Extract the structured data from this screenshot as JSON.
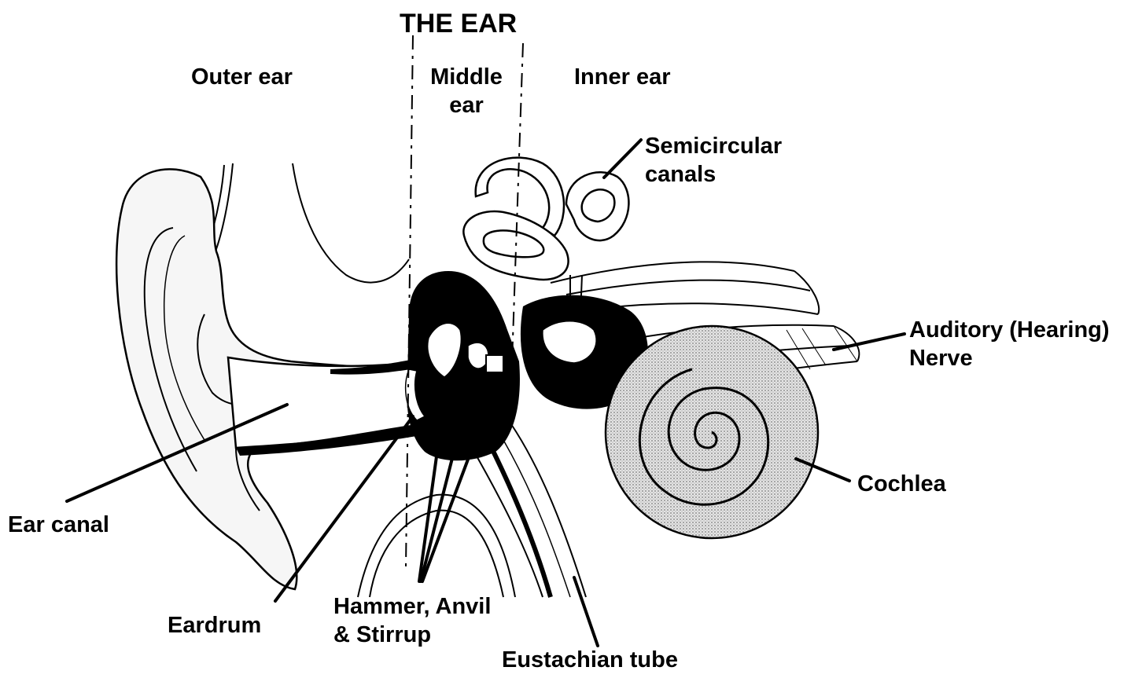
{
  "diagram": {
    "title": "THE EAR",
    "sections": {
      "outer": "Outer ear",
      "middle_line1": "Middle",
      "middle_line2": "ear",
      "inner": "Inner ear"
    },
    "parts": {
      "semicircular_line1": "Semicircular",
      "semicircular_line2": "canals",
      "auditory_line1": "Auditory (Hearing)",
      "auditory_line2": "Nerve",
      "cochlea": "Cochlea",
      "ear_canal": "Ear canal",
      "eardrum": "Eardrum",
      "ossicles_line1": "Hammer, Anvil",
      "ossicles_line2": "& Stirrup",
      "eustachian": "Eustachian tube"
    }
  },
  "colors": {
    "ink": "#000000",
    "paper": "#ffffff",
    "cochlea_fill": "#d6d6d6"
  }
}
